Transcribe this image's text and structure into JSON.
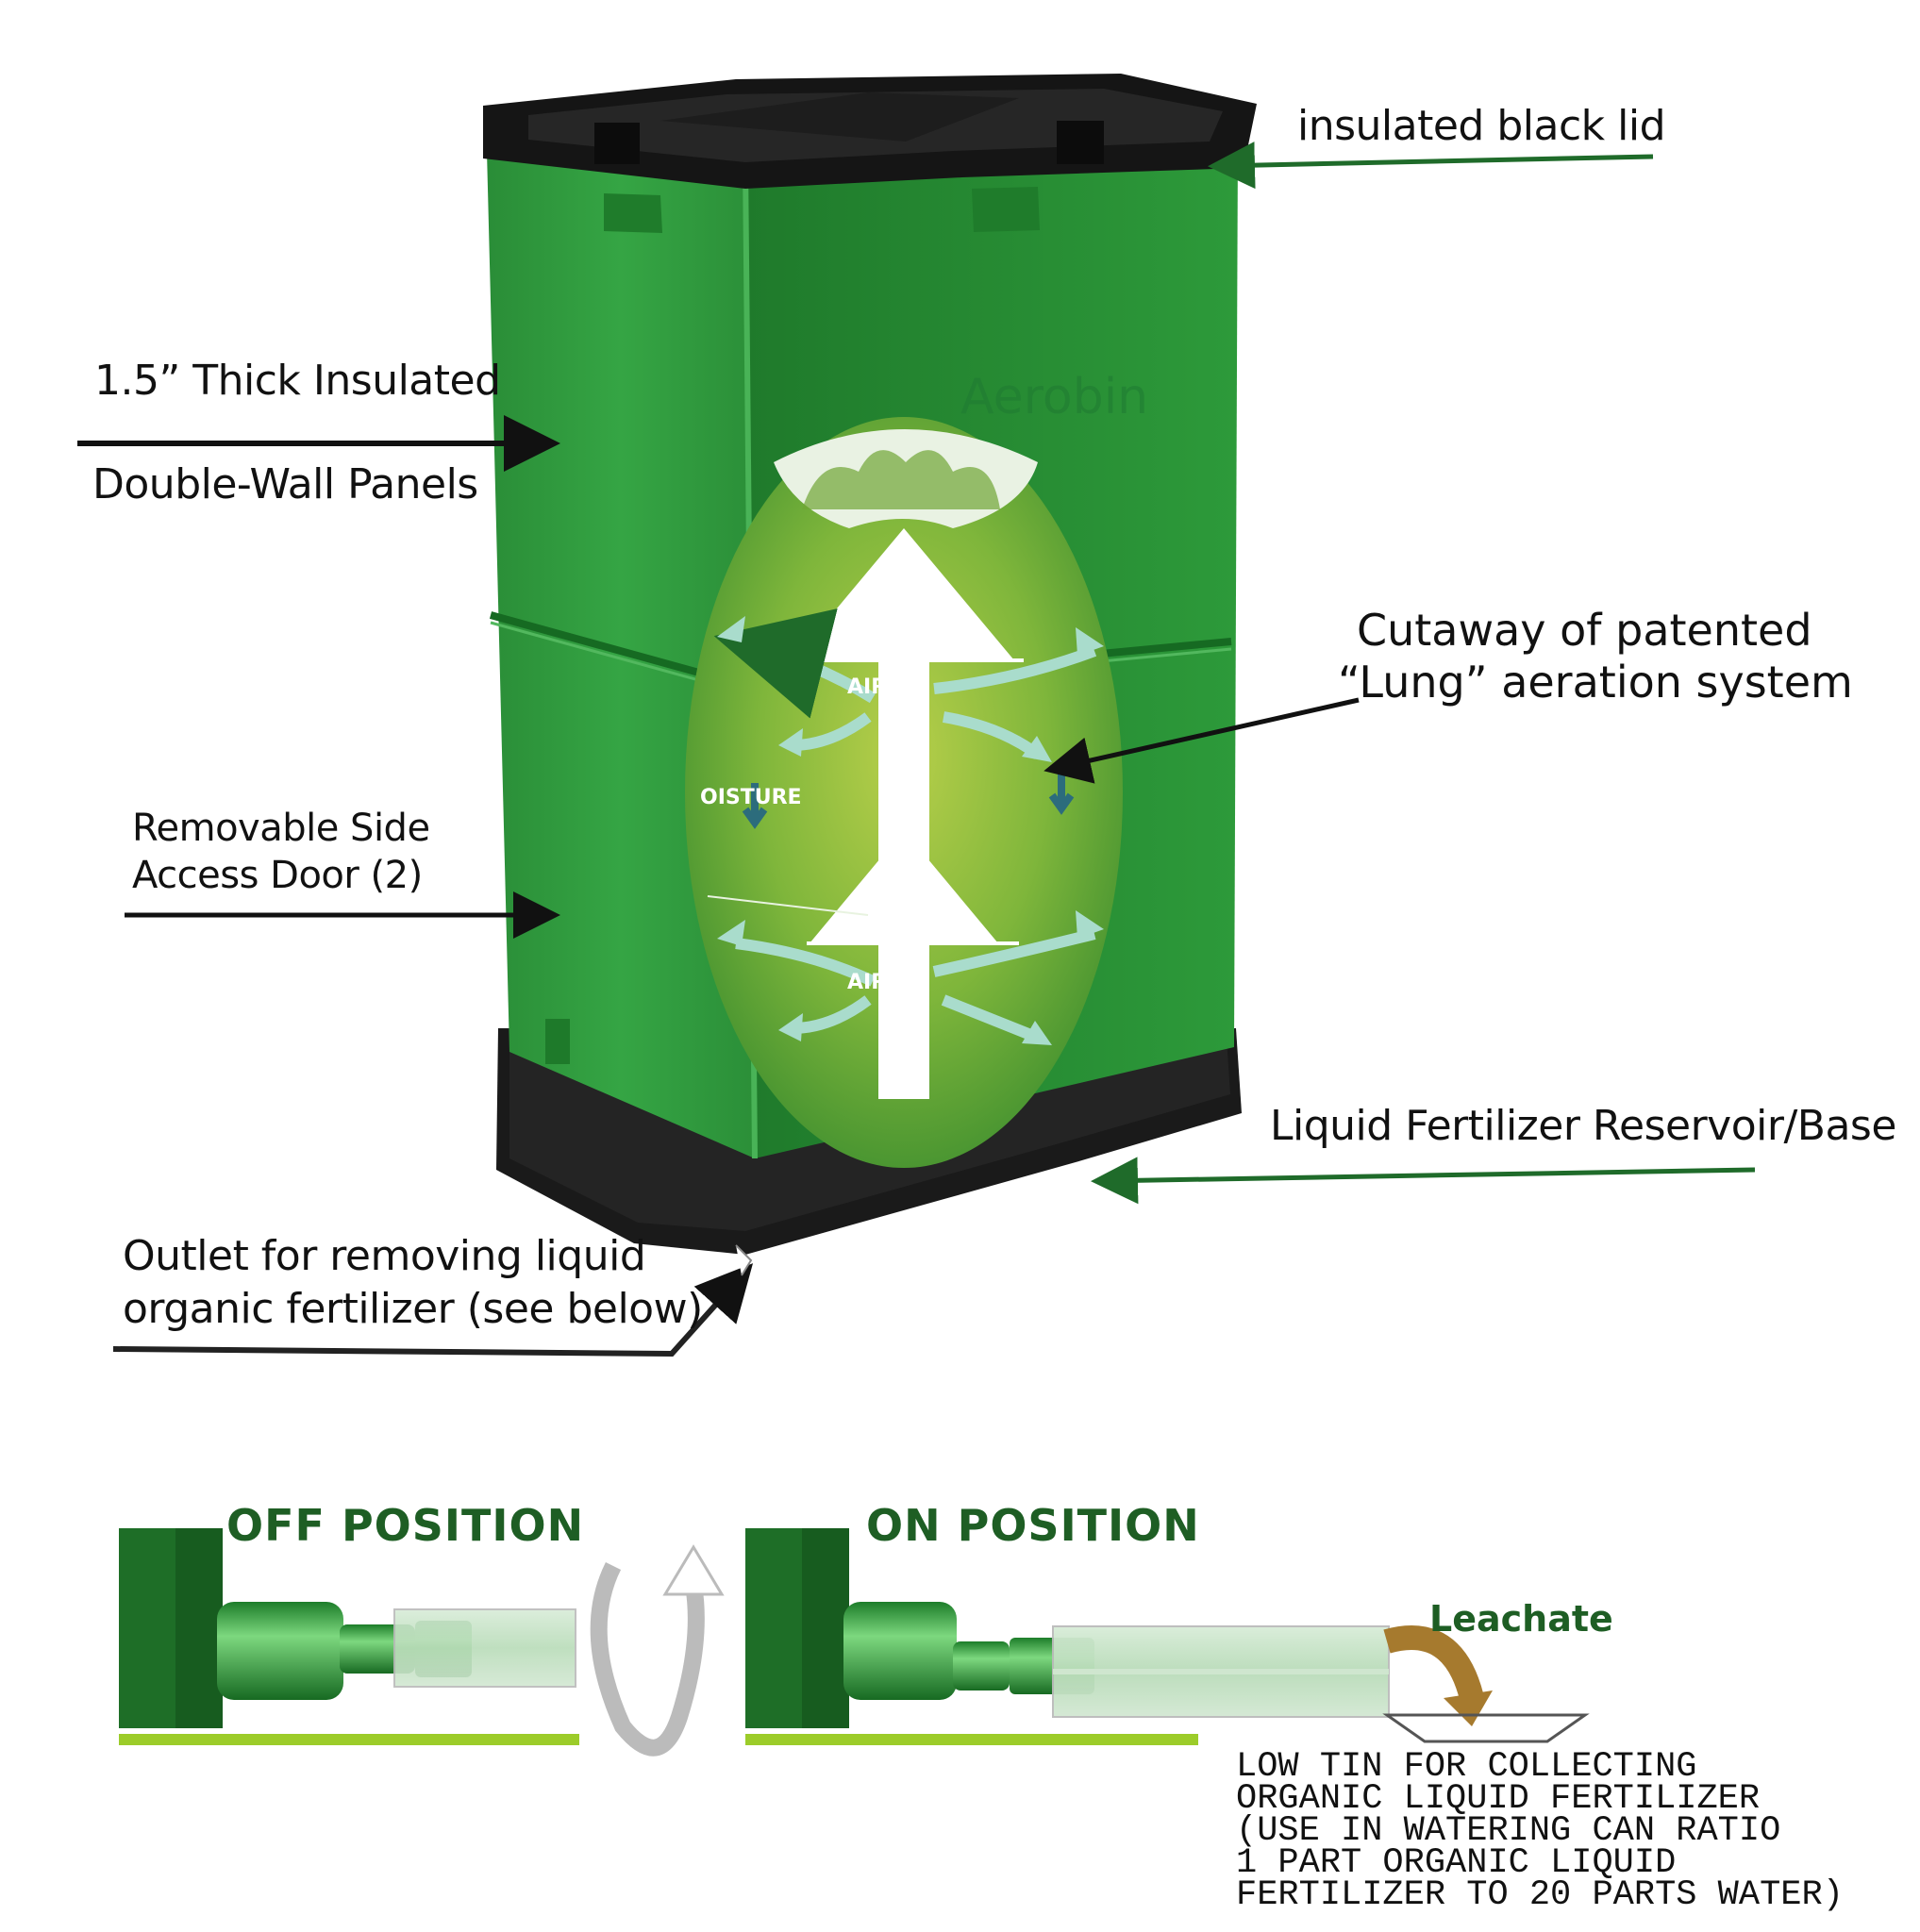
{
  "labels": {
    "lid": "insulated black lid",
    "panels_line1": "1.5” Thick Insulated",
    "panels_line2": "Double-Wall Panels",
    "cutaway_line1": "Cutaway of patented",
    "cutaway_line2": "“Lung” aeration system",
    "door_line1": "Removable Side",
    "door_line2": "Access Door (2)",
    "reservoir": "Liquid Fertilizer Reservoir/Base",
    "outlet_line1": "Outlet for removing liquid",
    "outlet_line2": "organic fertilizer (see below)"
  },
  "cutaway": {
    "air_top": "AIR",
    "air_bottom": "AIR",
    "moisture": "OISTURE"
  },
  "brand": "Aerobin",
  "valve": {
    "off_title": "OFF POSITION",
    "on_title": "ON POSITION",
    "leachate": "Leachate",
    "note": [
      "LOW TIN FOR COLLECTING",
      "ORGANIC LIQUID FERTILIZER",
      "(USE IN WATERING CAN RATIO",
      "1 PART ORGANIC LIQUID",
      "FERTILIZER TO 20 PARTS WATER)"
    ]
  },
  "colors": {
    "bin_green": "#2f9a3c",
    "bin_dark": "#1d6e28",
    "lid_black": "#141414",
    "title_green": "#1e5e24",
    "ground_line": "#9ccc2a",
    "leachate_brown": "#a67a2e"
  }
}
